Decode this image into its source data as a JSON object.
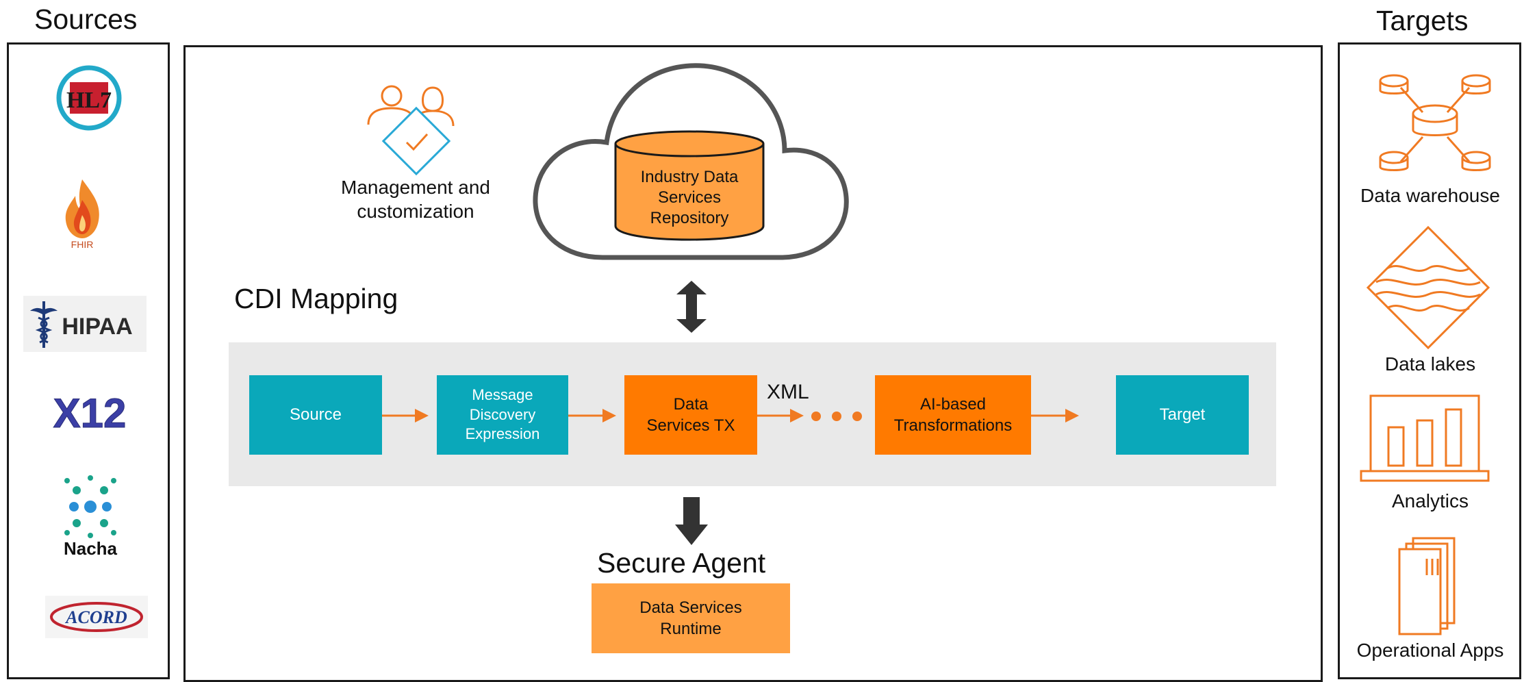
{
  "headings": {
    "sources": "Sources",
    "targets": "Targets",
    "cdi_mapping": "CDI Mapping",
    "secure_agent": "Secure Agent"
  },
  "sources": [
    {
      "name": "HL7",
      "logo_text": "HL7",
      "icon": "hl7-logo"
    },
    {
      "name": "FHIR",
      "logo_text": "FHIR",
      "icon": "fhir-flame-logo"
    },
    {
      "name": "HIPAA",
      "logo_text": "HIPAA",
      "icon": "hipaa-caduceus-logo"
    },
    {
      "name": "X12",
      "logo_text": "X12",
      "icon": "x12-logo"
    },
    {
      "name": "Nacha",
      "logo_text": "Nacha",
      "icon": "nacha-logo"
    },
    {
      "name": "ACORD",
      "logo_text": "ACORD",
      "icon": "acord-logo"
    }
  ],
  "management": {
    "label": "Management and\ncustomization",
    "icon": "users-check-icon"
  },
  "repository": {
    "label": "Industry Data\nServices\nRepository",
    "icon": "cloud-database-icon"
  },
  "flow": {
    "source": "Source",
    "message_discovery": "Message\nDiscovery\nExpression",
    "data_services_tx": "Data\nServices TX",
    "xml_label": "XML",
    "ai_transformations": "AI-based\nTransformations",
    "target": "Target"
  },
  "runtime": {
    "label": "Data Services\nRuntime"
  },
  "targets": [
    {
      "label": "Data warehouse",
      "icon": "data-warehouse-icon"
    },
    {
      "label": "Data lakes",
      "icon": "data-lake-icon"
    },
    {
      "label": "Analytics",
      "icon": "analytics-icon"
    },
    {
      "label": "Operational Apps",
      "icon": "operational-apps-icon"
    }
  ],
  "colors": {
    "teal": "#0aa8ba",
    "orange": "#ff7a00",
    "orange_light": "#ffa143",
    "flow_background": "#e9e9e9",
    "outline": "#1a1a1a",
    "cloud_outline": "#555555"
  }
}
